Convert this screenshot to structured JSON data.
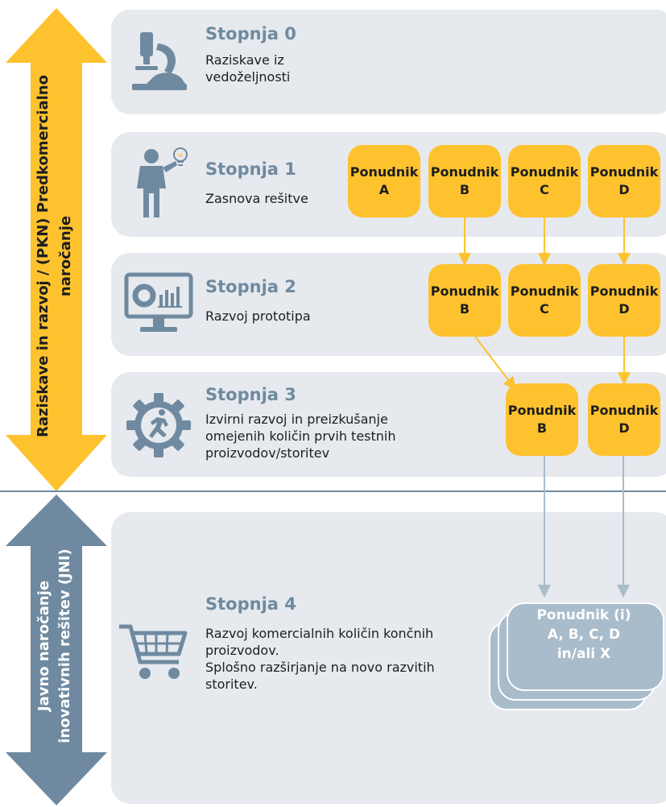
{
  "side": {
    "pkn_label_line1": "Raziskave in razvoj / (PKN) Predkomercialno",
    "pkn_label_line2": "naročanje",
    "jni_label_line1": "Javno naročanje",
    "jni_label_line2": "inovativnih rešitev (JNI)"
  },
  "stages": [
    {
      "title": "Stopnja 0",
      "lines": [
        "Raziskave iz",
        "vedoželjnosti"
      ],
      "icon": "microscope-icon"
    },
    {
      "title": "Stopnja 1",
      "lines": [
        "Zasnova rešitve"
      ],
      "icon": "person-idea-icon"
    },
    {
      "title": "Stopnja 2",
      "lines": [
        "Razvoj prototipa"
      ],
      "icon": "monitor-chart-icon"
    },
    {
      "title": "Stopnja 3",
      "lines": [
        "Izvirni razvoj in preizkušanje",
        "omejenih količin prvih testnih",
        "proizvodov/storitev"
      ],
      "icon": "gear-runner-icon"
    },
    {
      "title": "Stopnja 4",
      "lines": [
        "Razvoj komercialnih količin končnih",
        "proizvodov.",
        "Splošno razširjanje na novo razvitih",
        "storitev."
      ],
      "icon": "shopping-cart-icon"
    }
  ],
  "bidder_label": "Ponudnik",
  "bidders": {
    "stage1": [
      "A",
      "B",
      "C",
      "D"
    ],
    "stage2": [
      "B",
      "C",
      "D"
    ],
    "stage3": [
      "B",
      "D"
    ]
  },
  "final": {
    "line1": "Ponudnik (i)",
    "line2": "A, B, C, D",
    "line3": "in/ali  X"
  },
  "colors": {
    "yellow": "#fdc22e",
    "steel_blue": "#6f8aa0",
    "panel": "#e6e9ee",
    "stack": "#a9bccb",
    "arrow_gray": "#a9bccb"
  }
}
